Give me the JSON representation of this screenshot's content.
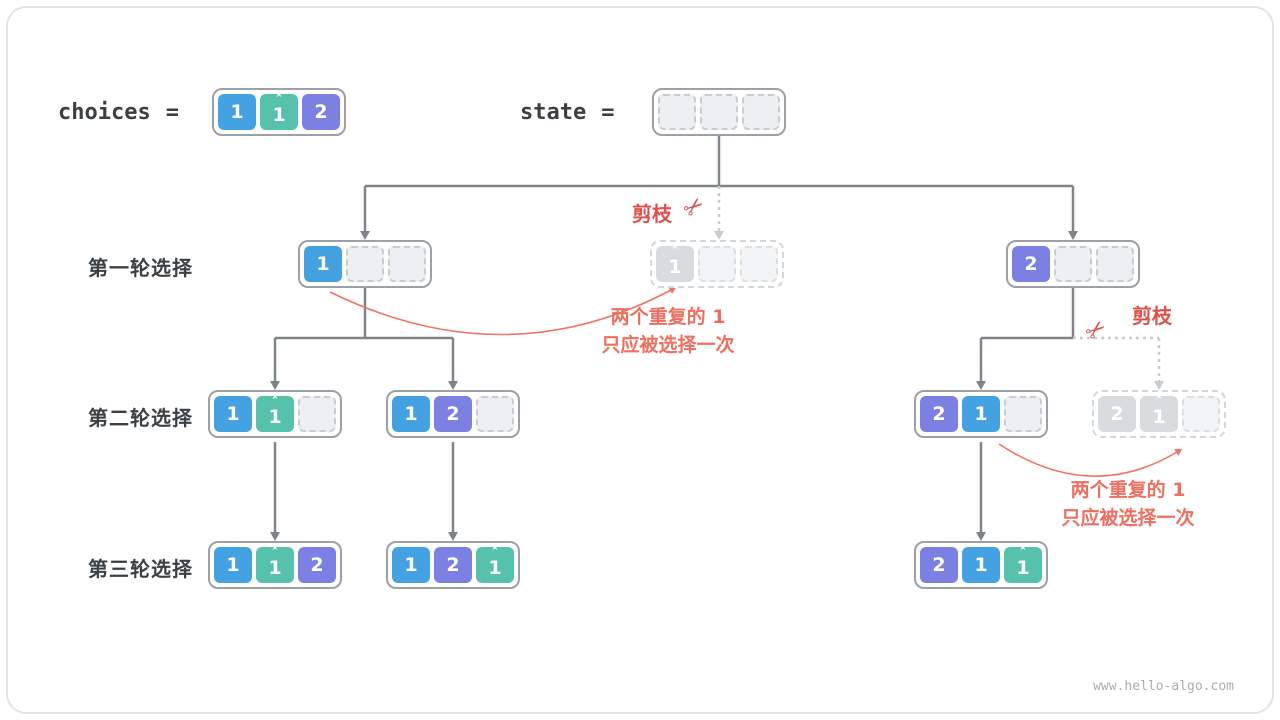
{
  "header": {
    "choices_label": "choices",
    "state_label": "state",
    "eq": "="
  },
  "rows": [
    "第一轮选择",
    "第二轮选择",
    "第三轮选择"
  ],
  "annotations": {
    "prune1": "剪枝",
    "prune2": "剪枝",
    "dup1": {
      "line1": "两个重复的 1",
      "line2": "只应被选择一次"
    },
    "dup2": {
      "line1": "两个重复的 1",
      "line2": "只应被选择一次"
    }
  },
  "footer": "www.hello-algo.com",
  "glyphs": {
    "hat": "ˆ",
    "scissors": "✂"
  },
  "colors": {
    "blue": "#45a2e2",
    "teal": "#56c2ab",
    "purple": "#7b80e2",
    "gray": "#d9dcde",
    "arrow": "#7f8488",
    "pruned_arrow": "#c9cdd0",
    "coral": "#ee7466",
    "red": "#e04f4a"
  },
  "boxes": {
    "choices": {
      "cells": [
        {
          "v": "1",
          "color": "blue"
        },
        {
          "v": "1",
          "hat": true,
          "color": "teal"
        },
        {
          "v": "2",
          "color": "purple"
        }
      ]
    },
    "state": {
      "cells": [
        {
          "empty": true
        },
        {
          "empty": true
        },
        {
          "empty": true
        }
      ]
    },
    "r1b1": {
      "cells": [
        {
          "v": "1",
          "color": "blue"
        },
        {
          "empty": true
        },
        {
          "empty": true
        }
      ]
    },
    "r1b2": {
      "pruned": true,
      "cells": [
        {
          "v": "1",
          "hat": true,
          "color": "gray"
        },
        {
          "empty": true
        },
        {
          "empty": true
        }
      ]
    },
    "r1b3": {
      "cells": [
        {
          "v": "2",
          "color": "purple"
        },
        {
          "empty": true
        },
        {
          "empty": true
        }
      ]
    },
    "r2b1": {
      "cells": [
        {
          "v": "1",
          "color": "blue"
        },
        {
          "v": "1",
          "hat": true,
          "color": "teal"
        },
        {
          "empty": true
        }
      ]
    },
    "r2b2": {
      "cells": [
        {
          "v": "1",
          "color": "blue"
        },
        {
          "v": "2",
          "color": "purple"
        },
        {
          "empty": true
        }
      ]
    },
    "r2b3": {
      "cells": [
        {
          "v": "2",
          "color": "purple"
        },
        {
          "v": "1",
          "color": "blue"
        },
        {
          "empty": true
        }
      ]
    },
    "r2b4": {
      "pruned": true,
      "cells": [
        {
          "v": "2",
          "color": "gray"
        },
        {
          "v": "1",
          "hat": true,
          "color": "gray"
        },
        {
          "empty": true
        }
      ]
    },
    "r3b1": {
      "cells": [
        {
          "v": "1",
          "color": "blue"
        },
        {
          "v": "1",
          "hat": true,
          "color": "teal"
        },
        {
          "v": "2",
          "color": "purple"
        }
      ]
    },
    "r3b2": {
      "cells": [
        {
          "v": "1",
          "color": "blue"
        },
        {
          "v": "2",
          "color": "purple"
        },
        {
          "v": "1",
          "hat": true,
          "color": "teal"
        }
      ]
    },
    "r3b3": {
      "cells": [
        {
          "v": "2",
          "color": "purple"
        },
        {
          "v": "1",
          "color": "blue"
        },
        {
          "v": "1",
          "hat": true,
          "color": "teal"
        }
      ]
    }
  }
}
